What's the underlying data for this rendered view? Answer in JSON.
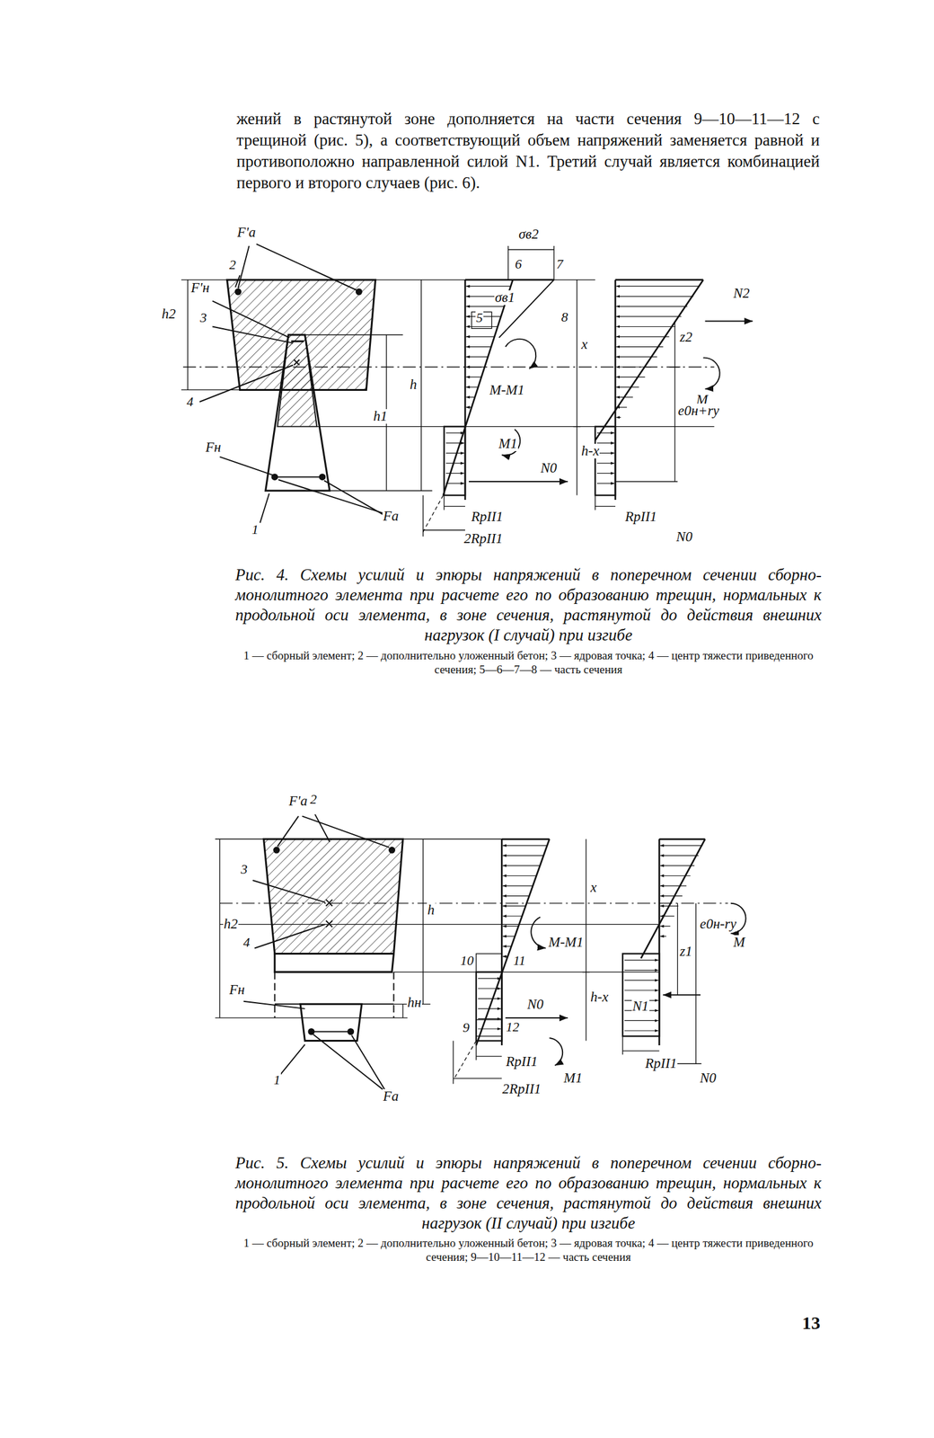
{
  "diagram": {
    "labels": [
      "жений в растянутой зоне дополняется на части сечения 9—10—11—12 с трещиной (рис. 5), а соответствующий объем напряжений заменяется равной и противоположно направленной силой N1. Третий случай является комбинацией первого и второго случаев (рис. 6).",
      "Рис. 4. Схемы усилий и эпюры напряжений в поперечном сечении сборно-монолитного элемента при расчете его по образованию трещин, нормальных к продольной оси элемента, в зоне сечения, растянутой до действия внешних нагрузок (I случай) при изгибе",
      "1 — сборный элемент; 2 — дополнительно уложенный бетон; 3 — ядровая точка; 4 — центр тяжести приведенного сечения; 5—6—7—8 — часть сечения",
      "Рис. 5. Схемы усилий и эпюры напряжений в поперечном сечении сборно-монолитного элемента при расчете его по образованию трещин, нормальных к продольной оси элемента, в зоне сечения, растянутой до действия внешних нагрузок (II случай) при изгибе",
      "1 — сборный элемент; 2 — дополнительно уложенный бетон; 3 — ядровая точка; 4 — центр тяжести приведенного сечения; 9—10—11—12 — часть сечения",
      "13",
      "F'а",
      "2",
      "F'н",
      "3",
      "h2",
      "4",
      "Fн",
      "1",
      "Fа",
      "h",
      "h1",
      "σв2",
      "6",
      "7",
      "σв1",
      "5",
      "8",
      "x",
      "M-M1",
      "M1",
      "h-x",
      "N0",
      "RрII1",
      "2RрII1",
      "N2",
      "z2",
      "M",
      "e0н+rу",
      "RрII1",
      "N0",
      "F'а",
      "2",
      "3",
      "h2",
      "4",
      "Fн",
      "h",
      "hн",
      "1",
      "Fа",
      "x",
      "M-M1",
      "10",
      "11",
      "e0н-rу",
      "z1",
      "M",
      "N1",
      "N0",
      "h-x",
      "9",
      "12",
      "RрII1",
      "M1",
      "2RрII1",
      "RрII1",
      "N0"
    ]
  }
}
